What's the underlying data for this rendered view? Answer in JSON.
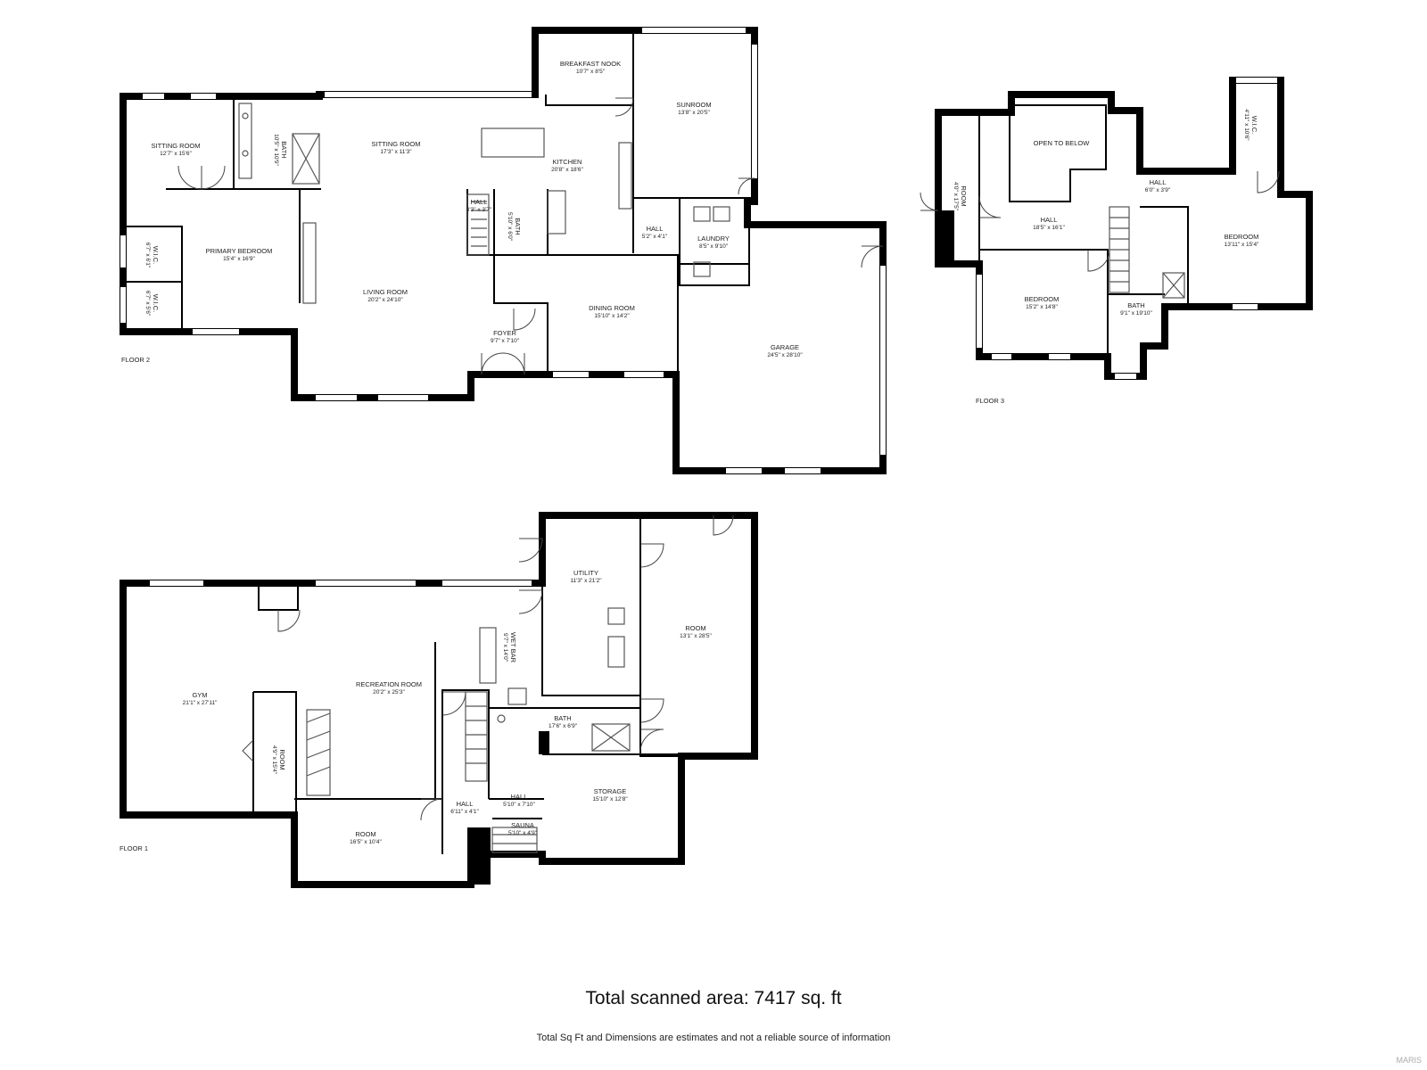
{
  "floors": [
    {
      "id": "floor-2",
      "label": "FLOOR 2",
      "rooms": [
        {
          "id": "sitting-room-west",
          "name": "SITTING ROOM",
          "dims": "12'7\" x 15'6\""
        },
        {
          "id": "bath-primary",
          "name": "BATH",
          "dims": "10'5\" x 10'9\""
        },
        {
          "id": "sitting-room-main",
          "name": "SITTING ROOM",
          "dims": "17'3\" x 11'3\""
        },
        {
          "id": "breakfast-nook",
          "name": "BREAKFAST NOOK",
          "dims": "10'7\" x 8'5\""
        },
        {
          "id": "sunroom",
          "name": "SUNROOM",
          "dims": "13'8\" x 20'5\""
        },
        {
          "id": "kitchen",
          "name": "KITCHEN",
          "dims": "20'8\" x 18'6\""
        },
        {
          "id": "hall-a",
          "name": "HALL",
          "dims": "3'3\" x 3'7\""
        },
        {
          "id": "bath-half",
          "name": "BATH",
          "dims": "5'10\" x 6'0\""
        },
        {
          "id": "hall-b",
          "name": "HALL",
          "dims": "5'2\" x 4'1\""
        },
        {
          "id": "laundry",
          "name": "LAUNDRY",
          "dims": "8'5\" x 9'10\""
        },
        {
          "id": "wic-a",
          "name": "W.I.C.",
          "dims": "6'7\" x 6'1\""
        },
        {
          "id": "wic-b",
          "name": "W.I.C.",
          "dims": "6'7\" x 5'6\""
        },
        {
          "id": "primary-bedroom",
          "name": "PRIMARY BEDROOM",
          "dims": "15'4\" x 16'9\""
        },
        {
          "id": "living-room",
          "name": "LIVING ROOM",
          "dims": "20'2\" x 24'10\""
        },
        {
          "id": "dining-room",
          "name": "DINING ROOM",
          "dims": "15'10\" x 14'2\""
        },
        {
          "id": "foyer",
          "name": "FOYER",
          "dims": "9'7\" x 7'10\""
        },
        {
          "id": "garage",
          "name": "GARAGE",
          "dims": "24'5\" x 28'10\""
        }
      ]
    },
    {
      "id": "floor-3",
      "label": "FLOOR 3",
      "rooms": [
        {
          "id": "room-3a",
          "name": "ROOM",
          "dims": "4'0\" x 17'5\""
        },
        {
          "id": "open-to-below",
          "name": "OPEN TO BELOW",
          "dims": ""
        },
        {
          "id": "hall-3a",
          "name": "HALL",
          "dims": "18'5\" x 16'1\""
        },
        {
          "id": "hall-3b",
          "name": "HALL",
          "dims": "6'0\" x 3'9\""
        },
        {
          "id": "wic-3",
          "name": "W.I.C.",
          "dims": "4'11\" x 10'6\""
        },
        {
          "id": "bedroom-3a",
          "name": "BEDROOM",
          "dims": "13'11\" x 15'4\""
        },
        {
          "id": "bedroom-3b",
          "name": "BEDROOM",
          "dims": "15'2\" x 14'8\""
        },
        {
          "id": "bath-3",
          "name": "BATH",
          "dims": "9'1\" x 19'10\""
        }
      ]
    },
    {
      "id": "floor-1",
      "label": "FLOOR 1",
      "rooms": [
        {
          "id": "utility",
          "name": "UTILITY",
          "dims": "11'3\" x 21'2\""
        },
        {
          "id": "room-1a",
          "name": "ROOM",
          "dims": "13'1\" x 28'5\""
        },
        {
          "id": "wet-bar",
          "name": "WET BAR",
          "dims": "9'7\" x 14'0\""
        },
        {
          "id": "gym",
          "name": "GYM",
          "dims": "21'1\" x 27'11\""
        },
        {
          "id": "recreation-room",
          "name": "RECREATION ROOM",
          "dims": "20'2\" x 25'3\""
        },
        {
          "id": "room-1b",
          "name": "ROOM",
          "dims": "4'9\" x 15'4\""
        },
        {
          "id": "bath-1",
          "name": "BATH",
          "dims": "17'6\" x 6'9\""
        },
        {
          "id": "hall-1a",
          "name": "HALL",
          "dims": "6'11\" x 4'1\""
        },
        {
          "id": "hall-1b",
          "name": "HALL",
          "dims": "5'10\" x 7'10\""
        },
        {
          "id": "storage",
          "name": "STORAGE",
          "dims": "15'10\" x 12'8\""
        },
        {
          "id": "sauna",
          "name": "SAUNA",
          "dims": "5'10\" x 4'9\""
        },
        {
          "id": "room-1c",
          "name": "ROOM",
          "dims": "16'5\" x 10'4\""
        }
      ]
    }
  ],
  "footer": {
    "total": "Total scanned area: 7417 sq. ft",
    "disclaimer": "Total Sq Ft and Dimensions are estimates and not a reliable source of information",
    "brand": "MARIS"
  }
}
